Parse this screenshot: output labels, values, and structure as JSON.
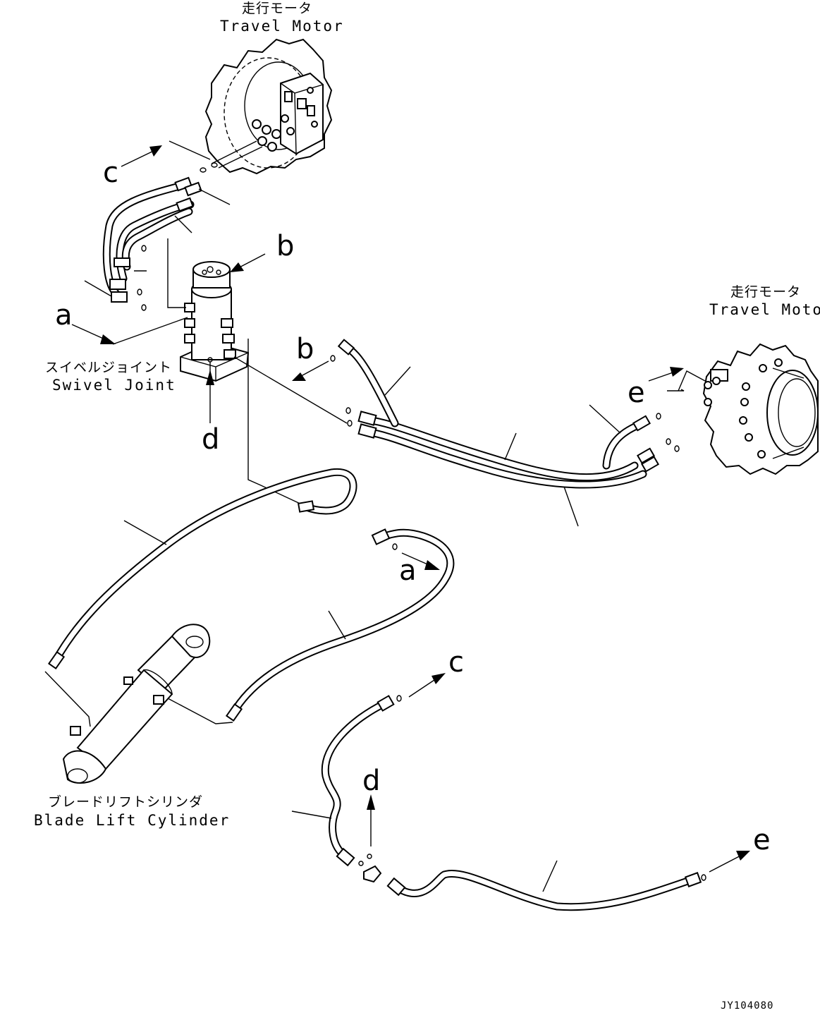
{
  "labels": {
    "travel_motor_top_jp": "走行モータ",
    "travel_motor_top_en": "Travel Motor",
    "travel_motor_right_jp": "走行モータ",
    "travel_motor_right_en": "Travel Motor",
    "swivel_joint_jp": "スイベルジョイント",
    "swivel_joint_en": "Swivel Joint",
    "blade_lift_cylinder_jp": "ブレードリフトシリンダ",
    "blade_lift_cylinder_en": "Blade Lift Cylinder"
  },
  "connection_letters": {
    "a_upper": "a",
    "a_lower": "a",
    "b_upper": "b",
    "b_lower": "b",
    "c_upper": "c",
    "c_lower": "c",
    "d_upper": "d",
    "d_lower": "d",
    "e_upper": "e",
    "e_lower": "e"
  },
  "drawing_code": "JY104080"
}
